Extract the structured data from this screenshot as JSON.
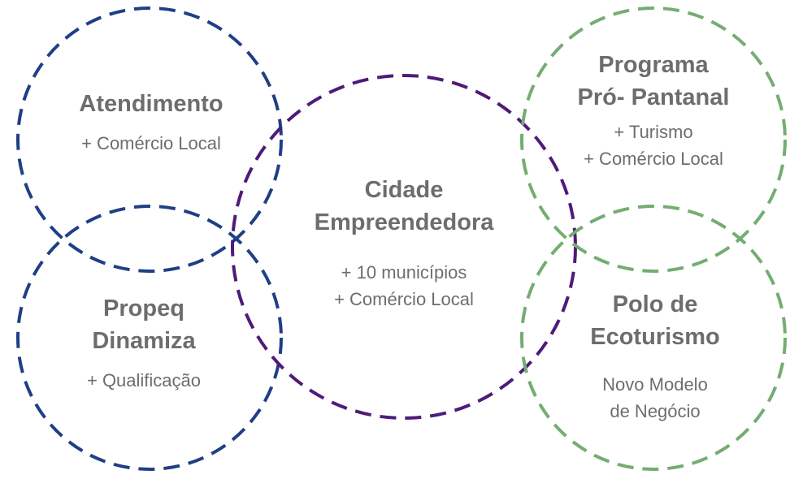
{
  "colors": {
    "blue": "#1f3f86",
    "purple": "#4f1a7a",
    "green": "#74ad72",
    "text": "#6d6d6d"
  },
  "nodes": [
    {
      "id": "atendimento",
      "title": [
        "Atendimento"
      ],
      "details": [
        "+ Comércio Local"
      ],
      "color": "blue"
    },
    {
      "id": "propeq",
      "title": [
        "Propeq",
        "Dinamiza"
      ],
      "details": [
        "+ Qualificação"
      ],
      "color": "blue"
    },
    {
      "id": "cidade",
      "title": [
        "Cidade",
        "Empreendedora"
      ],
      "details": [
        "+ 10 municípios",
        "+ Comércio Local"
      ],
      "color": "purple"
    },
    {
      "id": "pantanal",
      "title": [
        "Programa",
        "Pró- Pantanal"
      ],
      "details": [
        "+ Turismo",
        "+ Comércio Local"
      ],
      "color": "green"
    },
    {
      "id": "polo",
      "title": [
        "Polo de",
        "Ecoturismo"
      ],
      "details": [
        "Novo Modelo",
        "de Negócio"
      ],
      "color": "green"
    }
  ]
}
